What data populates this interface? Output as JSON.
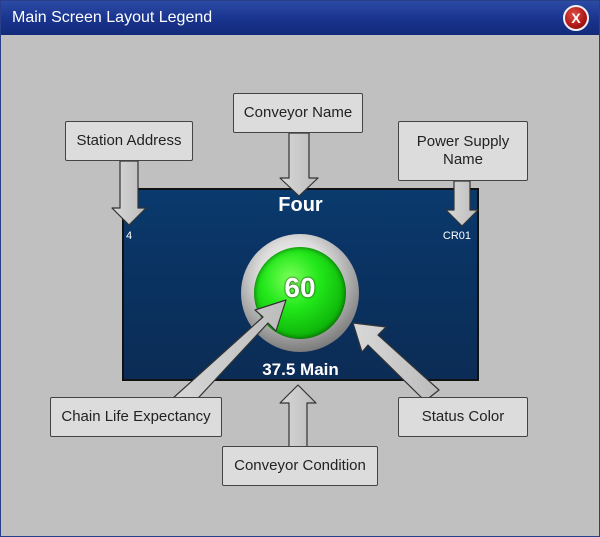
{
  "window": {
    "title": "Main Screen Layout Legend",
    "close_label": "X"
  },
  "panel": {
    "conveyor_name": "Four",
    "station_address": "4",
    "power_supply_name": "CR01",
    "chain_life_value": "60",
    "conveyor_condition": "37.5 Main",
    "status_color": "#22e81a"
  },
  "legend": {
    "conveyor_name": "Conveyor Name",
    "station_address": "Station Address",
    "power_supply_name": "Power Supply Name",
    "chain_life_expectancy": "Chain Life Expectancy",
    "conveyor_condition": "Conveyor Condition",
    "status_color": "Status Color"
  }
}
